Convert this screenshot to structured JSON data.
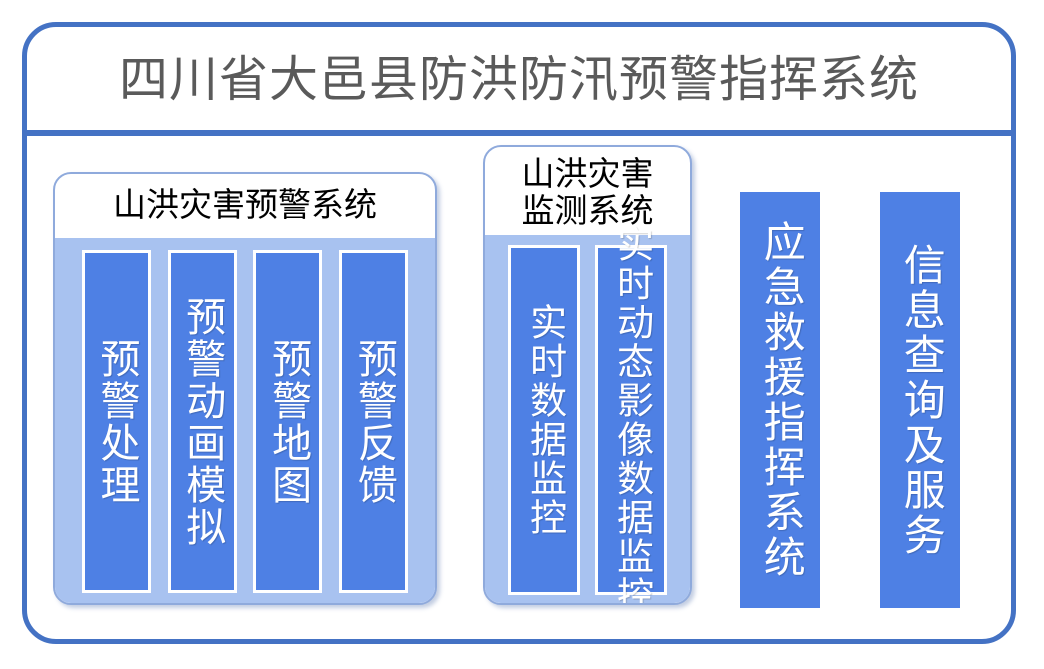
{
  "header": {
    "title": "四川省大邑县防洪防汛预警指挥系统"
  },
  "groups": [
    {
      "id": "warning-system",
      "title": "山洪灾害预警系统",
      "columns": [
        {
          "label": "预警处理"
        },
        {
          "label": "预警动画模拟"
        },
        {
          "label": "预警地图"
        },
        {
          "label": "预警反馈"
        }
      ]
    },
    {
      "id": "monitor-system",
      "title": "山洪灾害\n监测系统",
      "columns": [
        {
          "label": "实时数据监控"
        },
        {
          "label": "实时动态影像数据监控"
        }
      ]
    }
  ],
  "standalone_columns": [
    {
      "id": "emergency-command",
      "label": "应急救援指挥系统"
    },
    {
      "id": "info-service",
      "label": "信息查询及服务"
    }
  ],
  "colors": {
    "frame_border": "#4472C4",
    "panel_border": "#8FAADC",
    "panel_body": "#A8C2F0",
    "tile_blue": "#4E80E4",
    "title_text": "#5A5A5A",
    "tile_text": "#FFFFFF",
    "group_title_text": "#000000"
  }
}
